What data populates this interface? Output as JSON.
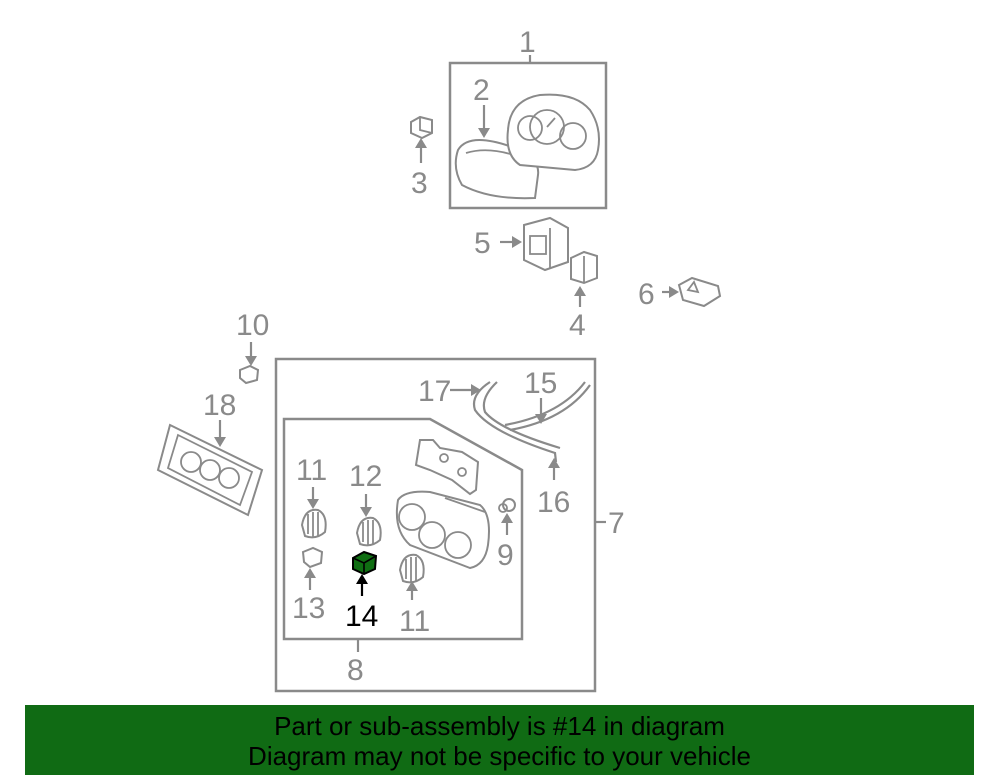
{
  "callouts": {
    "c1": "1",
    "c2": "2",
    "c3": "3",
    "c4": "4",
    "c5": "5",
    "c6": "6",
    "c7": "7",
    "c8": "8",
    "c9": "9",
    "c10": "10",
    "c11a": "11",
    "c11b": "11",
    "c12": "12",
    "c13": "13",
    "c14": "14",
    "c15": "15",
    "c16": "16",
    "c17": "17",
    "c18": "18"
  },
  "highlighted_part": "14",
  "colors": {
    "highlight": "#0f6e12",
    "banner": "#106b14",
    "line": "#8a8a8a"
  },
  "banner": {
    "line1": "Part or sub-assembly is #14 in diagram",
    "line2": "Diagram may not be specific to your vehicle"
  }
}
